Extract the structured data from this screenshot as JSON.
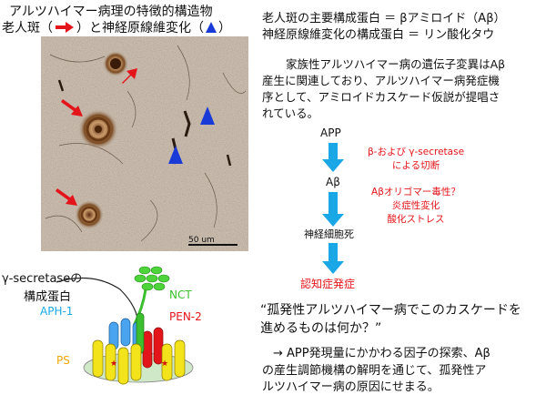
{
  "header": {
    "title": "アルツハイマー病理の特徴的構造物",
    "plaque_label": "老人斑（",
    "tangle_label": "）と神経原線維変化（",
    "close": "）"
  },
  "micrograph": {
    "scale_bar": "50 um"
  },
  "facts": {
    "line1": "老人斑の主要構成蛋白 ＝ βアミロイド（Aβ）",
    "line2": "神経原線維変化の構成蛋白 ＝ リン酸化タウ"
  },
  "paragraph": [
    "家族性アルツハイマー病の遺伝子変異はAβ",
    "産生に関連しており、アルツハイマー病発症機",
    "序として、アミロイドカスケード仮説が提唱さ",
    "れている。"
  ],
  "cascade": {
    "steps": [
      "APP",
      "Aβ",
      "神経細胞死",
      "認知症発症"
    ],
    "notes": [
      [
        "β-および γ-secretase",
        "による切断"
      ],
      [
        "Aβオリゴマー毒性？",
        "炎症性変化",
        "酸化ストレス"
      ]
    ],
    "colors": {
      "arrow": "#1aa7e6",
      "note": "#e3151a",
      "final": "#e3151a"
    }
  },
  "protein": {
    "title_line1": "γ-secretaseの",
    "title_line2": "構成蛋白",
    "labels": {
      "aph1": "APH-1",
      "nct": "NCT",
      "pen2": "PEN-2",
      "ps": "PS"
    },
    "colors": {
      "aph1": "#1aa7e6",
      "nct": "#3bbf2f",
      "pen2": "#e3151a",
      "ps": "#f0a400"
    }
  },
  "question": {
    "line1": "“孤発性アルツハイマー病でこのカスケードを",
    "line2": "進めるものは何か？”"
  },
  "answer": [
    "→ APP発現量にかかわる因子の探索、Aβ",
    "の産生調節機構の解明を通じて、孤発性ア",
    "ルツハイマー病の原因にせまる。"
  ]
}
